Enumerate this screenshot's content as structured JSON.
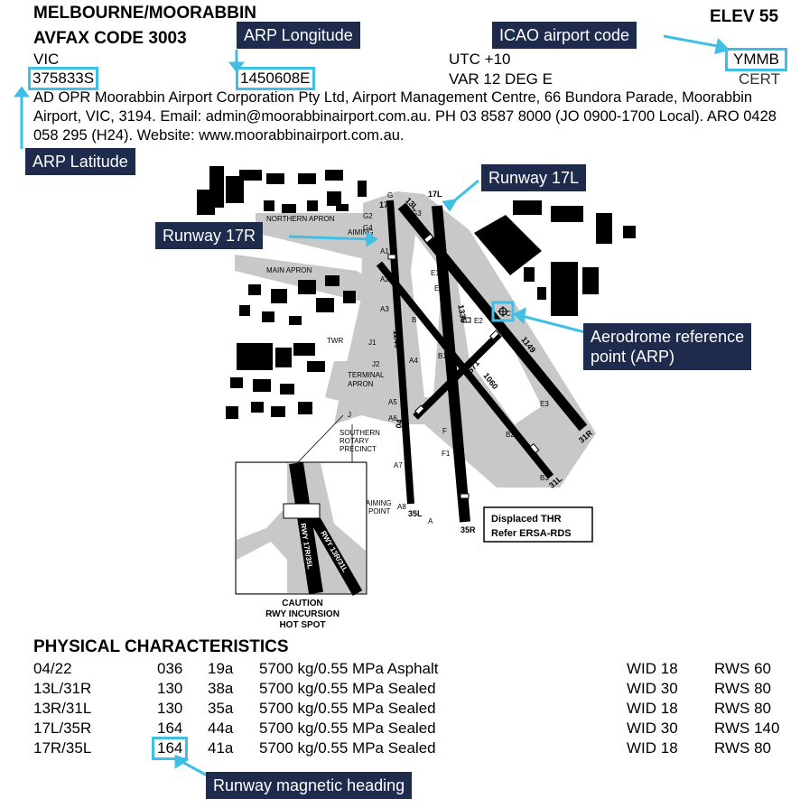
{
  "header": {
    "airport_name": "MELBOURNE/MOORABBIN",
    "elevation": "ELEV 55",
    "avfax": "AVFAX CODE 3003",
    "state": "VIC",
    "utc": "UTC +10",
    "var": "VAR 12 DEG E",
    "cert": "CERT",
    "latitude": "375833S",
    "longitude": "1450608E",
    "icao": "YMMB"
  },
  "info_text": "AD OPR Moorabbin Airport Corporation Pty Ltd, Airport Management Centre, 66 Bundora Parade, Moorabbin Airport, VIC, 3194. Email: admin@moorabbinairport.com.au. PH 03 8587 8000 (JO 0900-1700 Local). ARO 0428 058 295 (H24). Website: www.moorabbinairport.com.au.",
  "callouts": {
    "arp_longitude": "ARP Longitude",
    "icao_code": "ICAO airport code",
    "arp_latitude": "ARP Latitude",
    "runway_17l": "Runway 17L",
    "runway_17r": "Runway 17R",
    "arp_line1": "Aerodrome reference",
    "arp_line2": "point (ARP)",
    "mag_heading": "Runway magnetic heading"
  },
  "diagram": {
    "labels": {
      "northern_apron": "NORTHERN APRON",
      "main_apron": "MAIN APRON",
      "aiming": "AIMING",
      "twr": "TWR",
      "terminal1": "TERMINAL",
      "terminal2": "APRON",
      "southern1": "SOUTHERN",
      "southern2": "ROTARY",
      "southern3": "PRECINCT",
      "aiming_point1": "AIMING",
      "aiming_point2": "POINT",
      "displaced1": "Displaced THR",
      "displaced2": "Refer ERSA-RDS",
      "caution1": "CAUTION",
      "caution2": "RWY INCURSION",
      "caution3": "HOT SPOT",
      "rwy_inset1": "RWY 17R/35L",
      "rwy_inset2": "RWY 13R/31L"
    },
    "runway_ends": {
      "r17r": "17R",
      "r13l": "13L",
      "r17l": "17L",
      "r13r": "13R",
      "r35l": "35L",
      "r35r": "35R",
      "r31r": "31R",
      "r31l": "31L",
      "r04": "04"
    },
    "lengths": {
      "l1240": "1240",
      "l1335": "1335",
      "l1149": "1149",
      "l571": "571",
      "l1060": "1060"
    },
    "taxiways": [
      "G",
      "G2",
      "G3",
      "G4",
      "A1",
      "A2",
      "A3",
      "J1",
      "J2",
      "A4",
      "A5",
      "A6",
      "A7",
      "A8",
      "J",
      "B",
      "B1",
      "B2",
      "B3",
      "E",
      "E1",
      "E2",
      "E3",
      "F",
      "F1",
      "C",
      "A"
    ]
  },
  "physical": {
    "title": "PHYSICAL CHARACTERISTICS",
    "rows": [
      {
        "rwy": "04/22",
        "hdg": "036",
        "pcn": "19a",
        "surface": "5700 kg/0.55 MPa Asphalt",
        "wid": "WID 18",
        "rws": "RWS 60"
      },
      {
        "rwy": "13L/31R",
        "hdg": "130",
        "pcn": "38a",
        "surface": "5700 kg/0.55 MPa Sealed",
        "wid": "WID 30",
        "rws": "RWS 80"
      },
      {
        "rwy": "13R/31L",
        "hdg": "130",
        "pcn": "35a",
        "surface": "5700 kg/0.55 MPa Sealed",
        "wid": "WID 18",
        "rws": "RWS 80"
      },
      {
        "rwy": "17L/35R",
        "hdg": "164",
        "pcn": "44a",
        "surface": "5700 kg/0.55 MPa Sealed",
        "wid": "WID 30",
        "rws": "RWS 140"
      },
      {
        "rwy": "17R/35L",
        "hdg": "164",
        "pcn": "41a",
        "surface": "5700 kg/0.55 MPa Sealed",
        "wid": "WID 18",
        "rws": "RWS 80"
      }
    ]
  },
  "colors": {
    "callout_bg": "#1e2b4d",
    "highlight": "#3fbfe3",
    "pavement": "#c8c8c8"
  }
}
